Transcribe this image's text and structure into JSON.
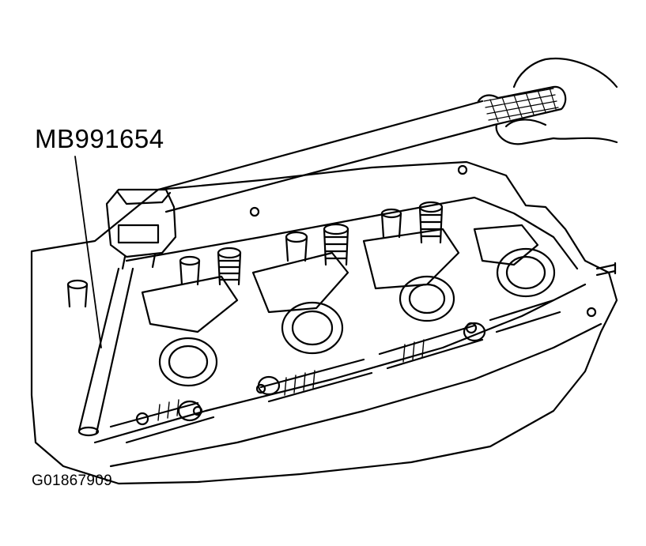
{
  "diagram": {
    "tool_label": "MB991654",
    "figure_id": "G01867909",
    "colors": {
      "line": "#000000",
      "background": "#ffffff"
    },
    "icons": [
      "cylinder-head",
      "wrench-handle",
      "hand",
      "socket-tool",
      "camshaft-caps"
    ]
  }
}
